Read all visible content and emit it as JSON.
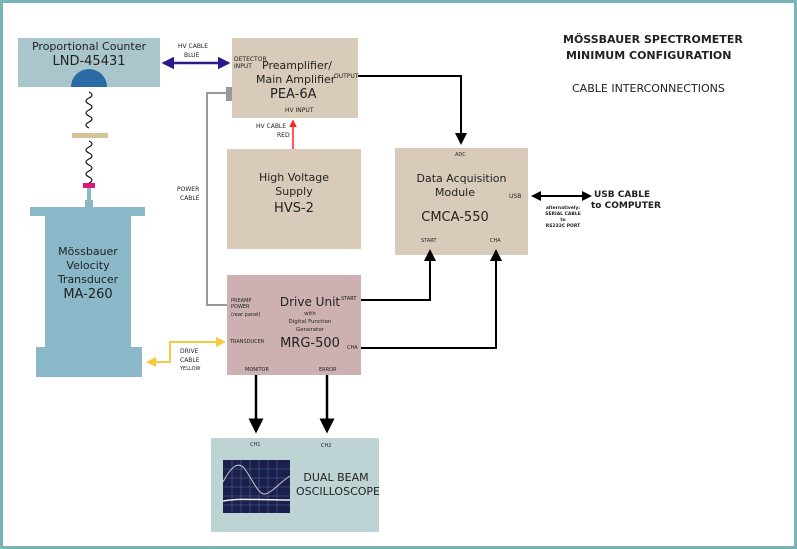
{
  "title": {
    "line1": "MÖSSBAUER SPECTROMETER",
    "line2": "MINIMUM  CONFIGURATION",
    "subtitle": "CABLE INTERCONNECTIONS"
  },
  "counter": {
    "name": "Proportional Counter",
    "model": "LND-45431"
  },
  "transducer": {
    "l1": "Mössbauer",
    "l2": "Velocity",
    "l3": "Transducer",
    "model": "MA-260"
  },
  "preamp": {
    "l1": "Preamplifier/",
    "l2": "Main Amplifier",
    "model": "PEA-6A",
    "in": "DETECTOR INPUT",
    "out": "OUTPUT",
    "hv": "HV INPUT"
  },
  "hvs": {
    "l1": "High Voltage",
    "l2": "Supply",
    "model": "HVS-2"
  },
  "daq": {
    "l1": "Data Acquisition",
    "l2": "Module",
    "model": "CMCA-550",
    "adc": "ADC",
    "usb": "USB",
    "start": "START",
    "cha": "CHA"
  },
  "drive": {
    "l1": "Drive Unit",
    "l2": "with",
    "l3": "Digital Function",
    "l4": "Generator",
    "model": "MRG-500",
    "preamp_power": "PREAMP POWER",
    "rear": "(rear panel)",
    "transducer": "TRANSDUCER",
    "start": "START",
    "cha": "CHA",
    "monitor": "MONITOR",
    "error": "ERROR"
  },
  "scope": {
    "l1": "DUAL BEAM",
    "l2": "OSCILLOSCOPE",
    "ch1": "CH1",
    "ch2": "CH2"
  },
  "cables": {
    "hv_blue_1": "HV CABLE",
    "hv_blue_2": "BLUE",
    "hv_red_1": "HV CABLE",
    "hv_red_2": "RED",
    "power_1": "POWER",
    "power_2": "CABLE",
    "drive_1": "DRIVE",
    "drive_2": "CABLE",
    "drive_3": "YELLOW",
    "usb_1": "USB CABLE",
    "usb_2": "to  COMPUTER",
    "alt_1": "alternatively:",
    "alt_2": "SERIAL CABLE",
    "alt_3": "to",
    "alt_4": "RS232C PORT"
  },
  "colors": {
    "frame": "#7ab3b5",
    "counter": "#a9c6cc",
    "transducer": "#8ab8c8",
    "module": "#d8cbb9",
    "drive": "#cdb0b2",
    "scope": "#bed3d4",
    "hv_blue": "#2a1a8a",
    "hv_red": "#ff2020",
    "drive_cable": "#f7c93e",
    "power_cable": "#9a9a9a"
  }
}
